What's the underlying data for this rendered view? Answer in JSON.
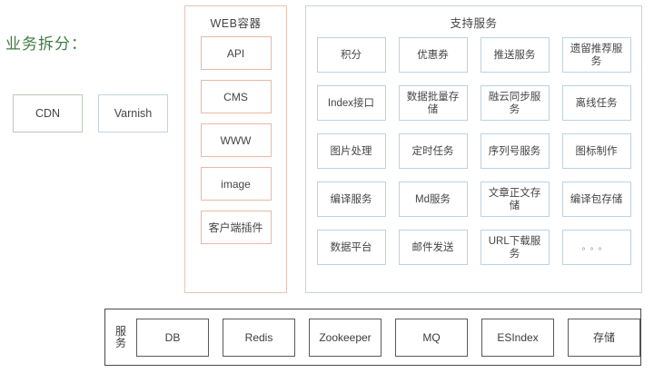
{
  "page_title": "业务拆分：",
  "colors": {
    "title_green": "#3f7d3f",
    "web_container_border": "#e8c5b4",
    "support_container_border": "#c5d4e0",
    "service_layer_border": "#4a4a4a",
    "cdn_border_green": "#b9ccb4",
    "varnish_border_blue": "#c2d4e0"
  },
  "edge_layer": {
    "items": [
      {
        "label": "CDN",
        "accent": "green"
      },
      {
        "label": "Varnish",
        "accent": "blue"
      }
    ]
  },
  "web_container": {
    "title": "WEB容器",
    "items": [
      {
        "label": "API"
      },
      {
        "label": "CMS"
      },
      {
        "label": "WWW"
      },
      {
        "label": "image"
      },
      {
        "label": "客户端插件"
      }
    ]
  },
  "support_container": {
    "title": "支持服务",
    "items": [
      {
        "label": "积分"
      },
      {
        "label": "优惠券"
      },
      {
        "label": "推送服务"
      },
      {
        "label": "遗留推荐服务"
      },
      {
        "label": "Index接口"
      },
      {
        "label": "数据批量存储"
      },
      {
        "label": "融云同步服务"
      },
      {
        "label": "离线任务"
      },
      {
        "label": "图片处理"
      },
      {
        "label": "定时任务"
      },
      {
        "label": "序列号服务"
      },
      {
        "label": "图标制作"
      },
      {
        "label": "编译服务"
      },
      {
        "label": "Md服务"
      },
      {
        "label": "文章正文存储"
      },
      {
        "label": "编译包存储"
      },
      {
        "label": "数据平台"
      },
      {
        "label": "邮件发送"
      },
      {
        "label": "URL下载服务"
      },
      {
        "label": "。。。"
      }
    ]
  },
  "service_layer": {
    "label": "服务",
    "items": [
      {
        "label": "DB"
      },
      {
        "label": "Redis"
      },
      {
        "label": "Zookeeper"
      },
      {
        "label": "MQ"
      },
      {
        "label": "ESIndex"
      },
      {
        "label": "存储"
      }
    ]
  }
}
